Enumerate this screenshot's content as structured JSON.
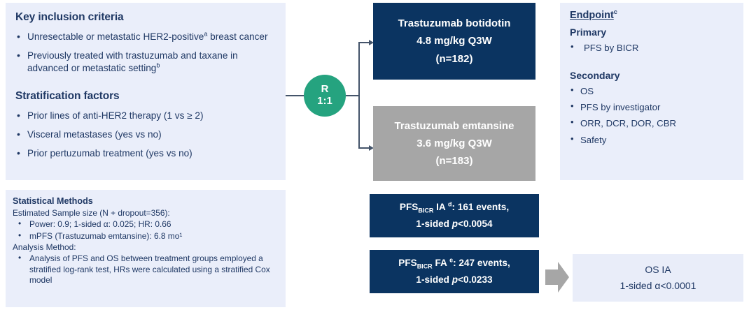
{
  "colors": {
    "navy": "#0b3461",
    "gray": "#a6a6a6",
    "lavender": "#eaeefa",
    "teal": "#25a37f",
    "text_navy": "#1f3864",
    "connector": "#44546a"
  },
  "inclusion": {
    "heading": "Key inclusion criteria",
    "items": [
      {
        "text": "Unresectable or metastatic HER2-positive",
        "sup": "a",
        "tail": " breast cancer"
      },
      {
        "text": "Previously treated with trastuzumab and taxane in advanced or metastatic setting",
        "sup": "b",
        "tail": ""
      }
    ],
    "stratification_heading": "Stratification factors",
    "stratification_items": [
      "Prior lines of anti-HER2 therapy (1 vs ≥ 2)",
      "Visceral metastases (yes vs no)",
      "Prior pertuzumab treatment (yes vs no)"
    ]
  },
  "statistical_methods": {
    "heading": "Statistical Methods",
    "sample_size_line": "Estimated Sample size (N + dropout=356):",
    "sample_bullets": [
      "Power: 0.9; 1-sided α: 0.025; HR: 0.66",
      "mPFS (Trastuzumab emtansine): 6.8 mo¹"
    ],
    "analysis_line": "Analysis Method:",
    "analysis_bullets": [
      "Analysis of PFS and OS between treatment groups employed a stratified log-rank test, HRs were calculated using a stratified Cox model"
    ]
  },
  "randomization": {
    "label": "R",
    "ratio": "1:1"
  },
  "arms": [
    {
      "name": "arm-a",
      "drug": "Trastuzumab botidotin",
      "dose": "4.8 mg/kg  Q3W",
      "n": "(n=182)"
    },
    {
      "name": "arm-b",
      "drug": "Trastuzumab emtansine",
      "dose": "3.6 mg/kg  Q3W",
      "n": "(n=183)"
    }
  ],
  "analyses": [
    {
      "name": "pfs-ia",
      "prefix": "PFS",
      "subscript": "BICR",
      "mid": " IA ",
      "sup": "d",
      "events": ": 161 events,",
      "line2_pre": "1-sided ",
      "line2_p": "p",
      "line2_post": "<0.0054"
    },
    {
      "name": "pfs-fa",
      "prefix": "PFS",
      "subscript": "BICR",
      "mid": " FA ",
      "sup": "e",
      "events": ": 247 events,",
      "line2_pre": "1-sided ",
      "line2_p": "p",
      "line2_post": "<0.0233"
    }
  ],
  "endpoints": {
    "title": "Endpoint",
    "title_sup": "c",
    "primary_heading": "Primary",
    "primary_items": [
      "PFS by BICR"
    ],
    "secondary_heading": "Secondary",
    "secondary_items": [
      "OS",
      "PFS by investigator",
      "ORR, DCR, DOR, CBR",
      "Safety"
    ]
  },
  "os_ia": {
    "line1": "OS IA",
    "line2": "1-sided α<0.0001"
  }
}
